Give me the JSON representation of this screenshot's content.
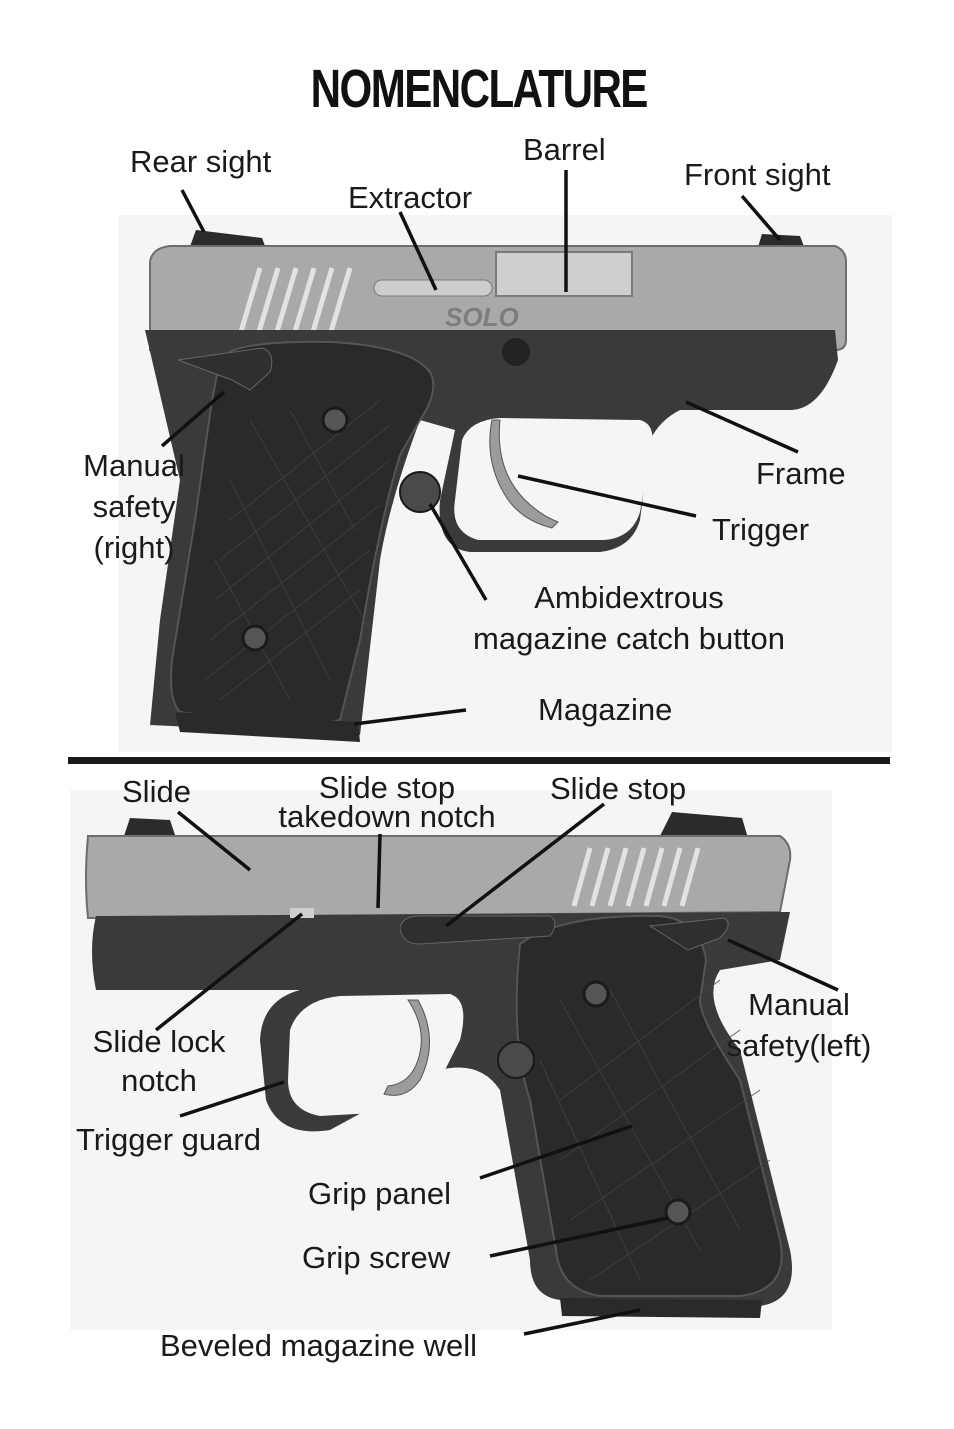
{
  "title": "NOMENCLATURE",
  "top_view": {
    "labels": {
      "rear_sight": "Rear sight",
      "barrel": "Barrel",
      "front_sight": "Front sight",
      "extractor": "Extractor",
      "manual_safety_right_1": "Manual",
      "manual_safety_right_2": "safety",
      "manual_safety_right_3": "(right)",
      "frame": "Frame",
      "trigger": "Trigger",
      "mag_catch_1": "Ambidextrous",
      "mag_catch_2": "magazine catch button",
      "magazine": "Magazine"
    },
    "engraving": "SOLO"
  },
  "bottom_view": {
    "labels": {
      "slide": "Slide",
      "slide_stop_notch_1": "Slide stop",
      "slide_stop_notch_2": "takedown notch",
      "slide_stop": "Slide stop",
      "manual_safety_left_1": "Manual",
      "manual_safety_left_2": "safety(left)",
      "slide_lock_notch_1": "Slide lock",
      "slide_lock_notch_2": "notch",
      "trigger_guard": "Trigger guard",
      "grip_panel": "Grip panel",
      "grip_screw": "Grip screw",
      "beveled_mag_well": "Beveled magazine well"
    }
  },
  "colors": {
    "slide": "#a9a9a9",
    "frame": "#3a3a3a",
    "grip": "#2a2a2a",
    "line": "#111111",
    "photo_bg": "#f4f4f4"
  }
}
